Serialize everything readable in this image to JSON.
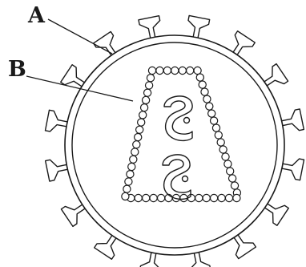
{
  "labels": {
    "a": "A",
    "b": "B"
  },
  "colors": {
    "stroke": "#1a1a1a",
    "background": "#ffffff"
  },
  "structures": {
    "spike_count": 16,
    "capsid_dot_count": 56,
    "genome_strands": 2
  }
}
